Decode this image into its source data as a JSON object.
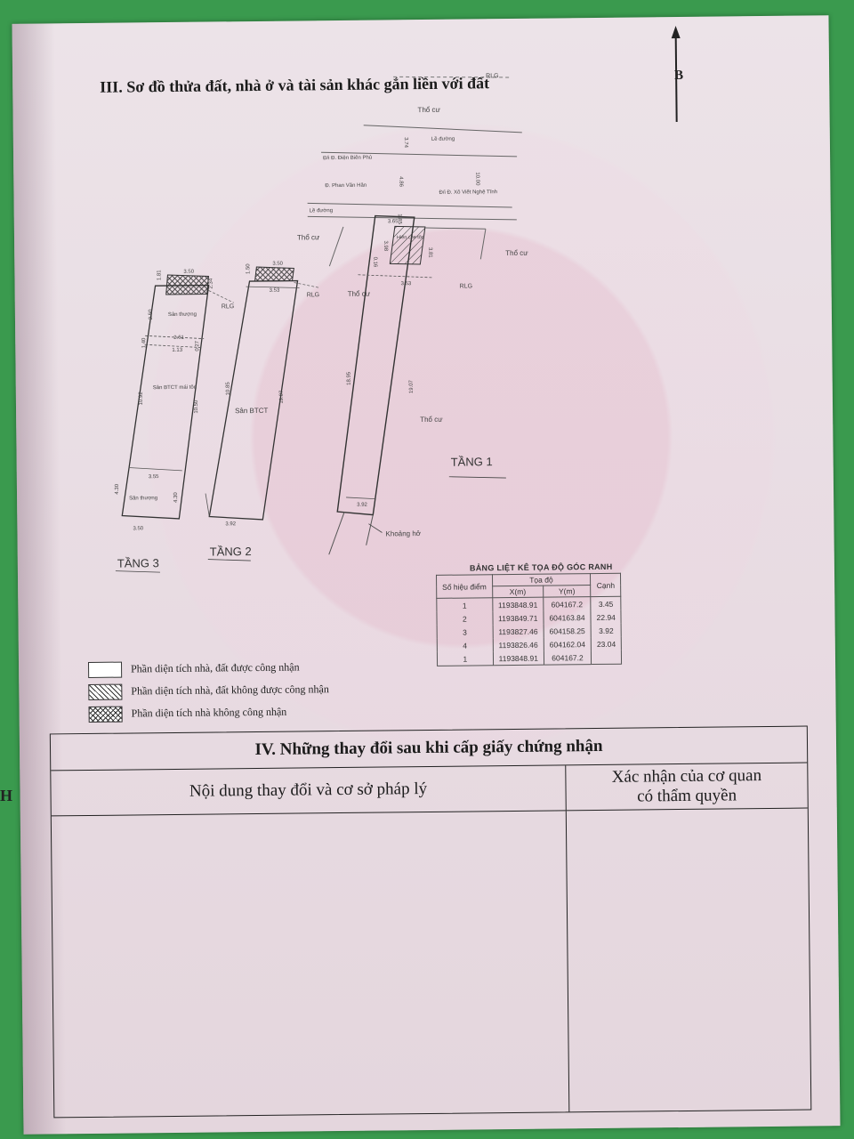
{
  "section3": {
    "title": "III. Sơ đồ thửa đất, nhà ở và tài sản khác gắn liền với đất",
    "north": "B"
  },
  "site": {
    "rlg": "RLG",
    "tho_cu": "Thổ cư",
    "le_duong": "Lề đường",
    "dien_bien_phu": "Đ/i Đ. Điện Biên Phủ",
    "phan_van_han": "Đ. Phan Văn Hân",
    "xo_viet_nghe_tinh": "Đ/i Đ. Xô Viết Nghệ Tĩnh",
    "hien_che_ton": "Hiên che tôn",
    "khoang_ho": "Khoảng hở",
    "san_thuong": "Sân thượng",
    "san_btct_mai_ton": "Sân BTCT mái tôn",
    "san_btct": "Sân BTCT",
    "floor1": "TẦNG 1",
    "floor2": "TẦNG 2",
    "floor3": "TẦNG 3",
    "dims": {
      "d374": "3.74",
      "d1000": "10.00",
      "d486": "4.86",
      "d185": "1.85",
      "d365": "3.65",
      "d398": "3.98",
      "d381": "3.81",
      "d016": "0.16",
      "d353": "3.53",
      "d1895": "18.95",
      "d1907": "19.07",
      "d392": "3.92",
      "d350": "3.50",
      "d181": "1.81",
      "d234": "2.34",
      "d261": "2.61",
      "d250": "2.50",
      "d140": "1.40",
      "d355": "3.55",
      "d1092": "10.92",
      "d1085": "10.85",
      "d1050": "10.50",
      "d430": "4.30",
      "d160": "1.60",
      "d113": "1.13",
      "d027": "0.27",
      "d150": "1.50"
    }
  },
  "coord_table": {
    "title": "BẢNG LIỆT KÊ TỌA ĐỘ GÓC RANH",
    "headers": {
      "point": "Số hiệu điểm",
      "coords": "Tọa độ",
      "x": "X(m)",
      "y": "Y(m)",
      "edge": "Cạnh"
    },
    "rows": [
      {
        "p": "1",
        "x": "1193848.91",
        "y": "604167.2",
        "c": "3.45"
      },
      {
        "p": "2",
        "x": "1193849.71",
        "y": "604163.84",
        "c": "22.94"
      },
      {
        "p": "3",
        "x": "1193827.46",
        "y": "604158.25",
        "c": "3.92"
      },
      {
        "p": "4",
        "x": "1193826.46",
        "y": "604162.04",
        "c": "23.04"
      },
      {
        "p": "1",
        "x": "1193848.91",
        "y": "604167.2",
        "c": ""
      }
    ]
  },
  "legend": {
    "recognized": "Phần diện tích nhà, đất được công nhận",
    "not_recognized_land": "Phần diện tích nhà, đất không được công nhận",
    "not_recognized_house": "Phần diện tích nhà không công nhận"
  },
  "section4": {
    "title": "IV. Những thay đổi sau khi cấp giấy chứng nhận",
    "col_left": "Nội dung thay đổi và cơ sở pháp lý",
    "col_right": "Xác nhận của cơ quan\ncó thẩm quyền"
  },
  "edge_text": "H"
}
